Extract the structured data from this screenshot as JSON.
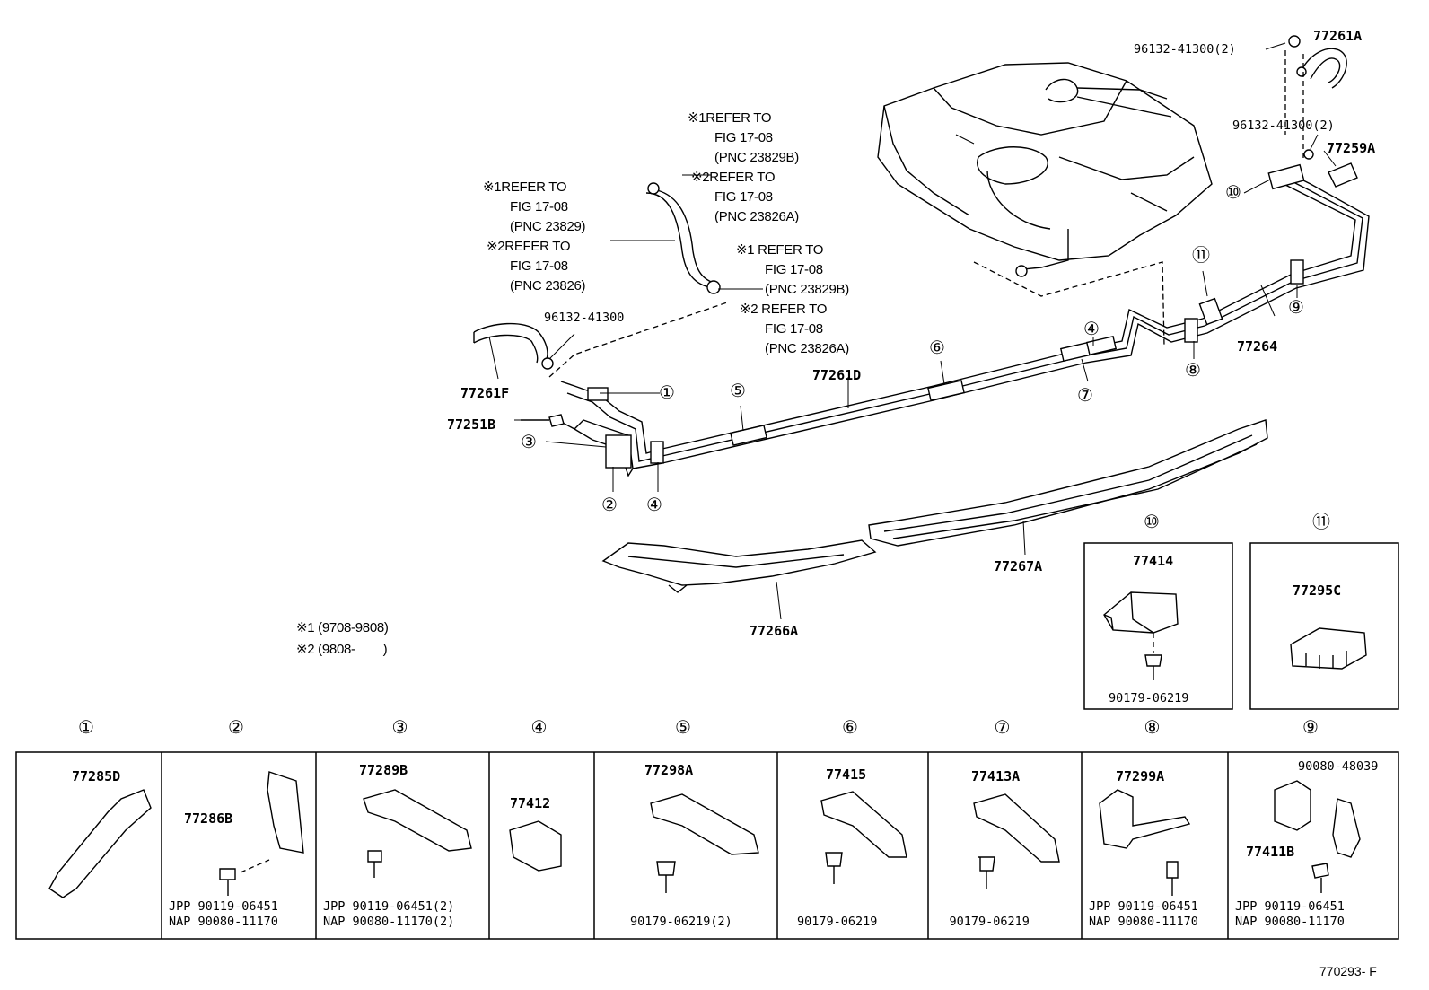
{
  "diagram": {
    "part_labels": {
      "p77261A": "77261A",
      "p77259A": "77259A",
      "p77264": "77264",
      "p77261D": "77261D",
      "p77261F": "77261F",
      "p77251B": "77251B",
      "p77267A": "77267A",
      "p77266A": "77266A",
      "clamp_a": "96132-41300(2)",
      "clamp_b": "96132-41300(2)",
      "clamp_c": "96132-41300"
    },
    "notes": {
      "n1": [
        "※1REFER TO",
        "FIG 17-08",
        "(PNC 23829B)",
        "※2REFER TO",
        "FIG 17-08",
        "(PNC 23826A)"
      ],
      "n2": [
        "※1REFER TO",
        "FIG 17-08",
        "(PNC 23829)",
        "※2REFER TO",
        "FIG 17-08",
        "(PNC 23826)"
      ],
      "n3": [
        "※1 REFER TO",
        "FIG 17-08",
        "(PNC 23829B)",
        "※2 REFER TO",
        "FIG 17-08",
        "(PNC 23826A)"
      ]
    },
    "legend": [
      "※1 (9708-9808)",
      "※2 (9808-        )"
    ],
    "callouts": {
      "c1": "①",
      "c2": "②",
      "c3": "③",
      "c4a": "④",
      "c4b": "④",
      "c5": "⑤",
      "c6": "⑥",
      "c7": "⑦",
      "c8": "⑧",
      "c9": "⑨",
      "c10": "⑩",
      "c11": "⑪"
    },
    "detail_10": {
      "num": "⑩",
      "part": "77414",
      "fastener": "90179-06219"
    },
    "detail_11": {
      "num": "⑪",
      "part": "77295C"
    },
    "table": [
      {
        "num": "①",
        "part": "77285D",
        "fasteners": []
      },
      {
        "num": "②",
        "part": "77286B",
        "fasteners": [
          "JPP 90119-06451",
          "NAP 90080-11170"
        ]
      },
      {
        "num": "③",
        "part": "77289B",
        "fasteners": [
          "JPP 90119-06451(2)",
          "NAP 90080-11170(2)"
        ]
      },
      {
        "num": "④",
        "part": "77412",
        "fasteners": []
      },
      {
        "num": "⑤",
        "part": "77298A",
        "fasteners": [
          "90179-06219(2)"
        ]
      },
      {
        "num": "⑥",
        "part": "77415",
        "fasteners": [
          "90179-06219"
        ]
      },
      {
        "num": "⑦",
        "part": "77413A",
        "fasteners": [
          "90179-06219"
        ]
      },
      {
        "num": "⑧",
        "part": "77299A",
        "fasteners": [
          "JPP 90119-06451",
          "NAP 90080-11170"
        ]
      },
      {
        "num": "⑨",
        "part": "77411B",
        "extra": "90080-48039",
        "fasteners": [
          "JPP 90119-06451",
          "NAP 90080-11170"
        ]
      }
    ],
    "figure_id": "770293- F"
  }
}
